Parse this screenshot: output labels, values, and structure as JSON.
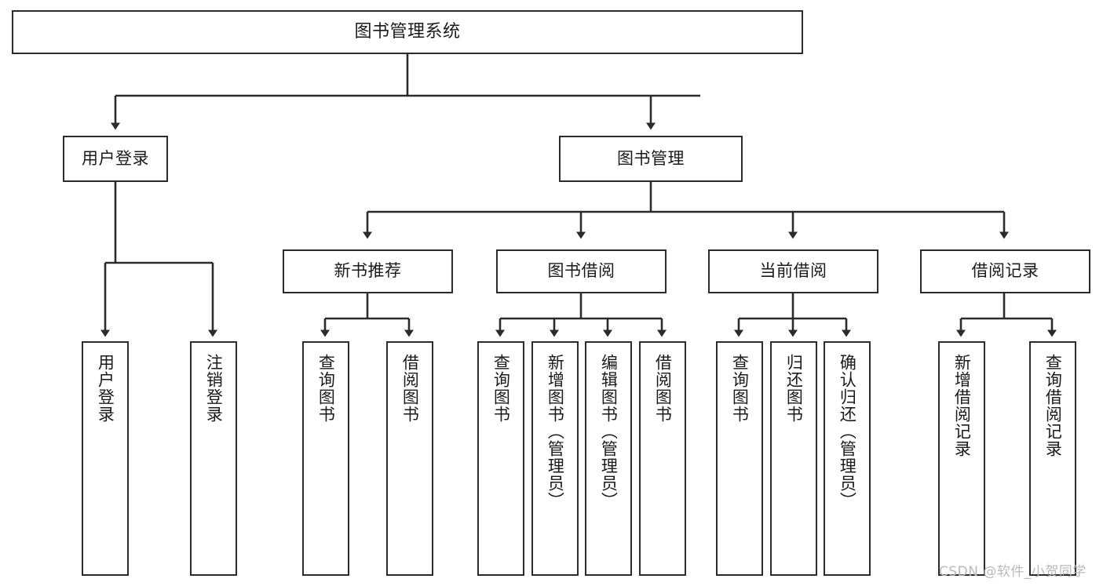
{
  "diagram": {
    "type": "tree-hierarchy",
    "title": "图书管理系统",
    "orientation": "top-down",
    "colors": {
      "background": "#ffffff",
      "node_border": "#2b2b2b",
      "node_fill": "#ffffff",
      "edge": "#2b2b2b",
      "text": "#1a1a1a",
      "watermark": "#b9b9b9"
    },
    "root": {
      "id": "root",
      "label": "图书管理系统"
    },
    "level2": [
      {
        "id": "user-login",
        "label": "用户登录"
      },
      {
        "id": "book-manage",
        "label": "图书管理"
      }
    ],
    "level3": [
      {
        "id": "new-book-rec",
        "label": "新书推荐"
      },
      {
        "id": "book-borrow",
        "label": "图书借阅"
      },
      {
        "id": "current-borrow",
        "label": "当前借阅"
      },
      {
        "id": "borrow-record",
        "label": "借阅记录"
      }
    ],
    "leaves": [
      {
        "id": "leaf-user-login",
        "label": "用户登录",
        "parent": "user-login"
      },
      {
        "id": "leaf-logout-login",
        "label": "注销登录",
        "parent": "user-login"
      },
      {
        "id": "leaf-query-book-1",
        "label": "查询图书",
        "parent": "new-book-rec"
      },
      {
        "id": "leaf-borrow-book-1",
        "label": "借阅图书",
        "parent": "new-book-rec"
      },
      {
        "id": "leaf-query-book-2",
        "label": "查询图书",
        "parent": "book-borrow"
      },
      {
        "id": "leaf-add-book",
        "label": "新增图书（管理员）",
        "parent": "book-borrow"
      },
      {
        "id": "leaf-edit-book",
        "label": "编辑图书（管理员）",
        "parent": "book-borrow"
      },
      {
        "id": "leaf-borrow-book-2",
        "label": "借阅图书",
        "parent": "book-borrow"
      },
      {
        "id": "leaf-query-book-3",
        "label": "查询图书",
        "parent": "current-borrow"
      },
      {
        "id": "leaf-return-book",
        "label": "归还图书",
        "parent": "current-borrow"
      },
      {
        "id": "leaf-confirm-return",
        "label": "确认归还（管理员）",
        "parent": "current-borrow"
      },
      {
        "id": "leaf-add-record",
        "label": "新增借阅记录",
        "parent": "borrow-record"
      },
      {
        "id": "leaf-query-record",
        "label": "查询借阅记录",
        "parent": "borrow-record"
      }
    ],
    "watermark": "CSDN @软件_小贺同学"
  }
}
